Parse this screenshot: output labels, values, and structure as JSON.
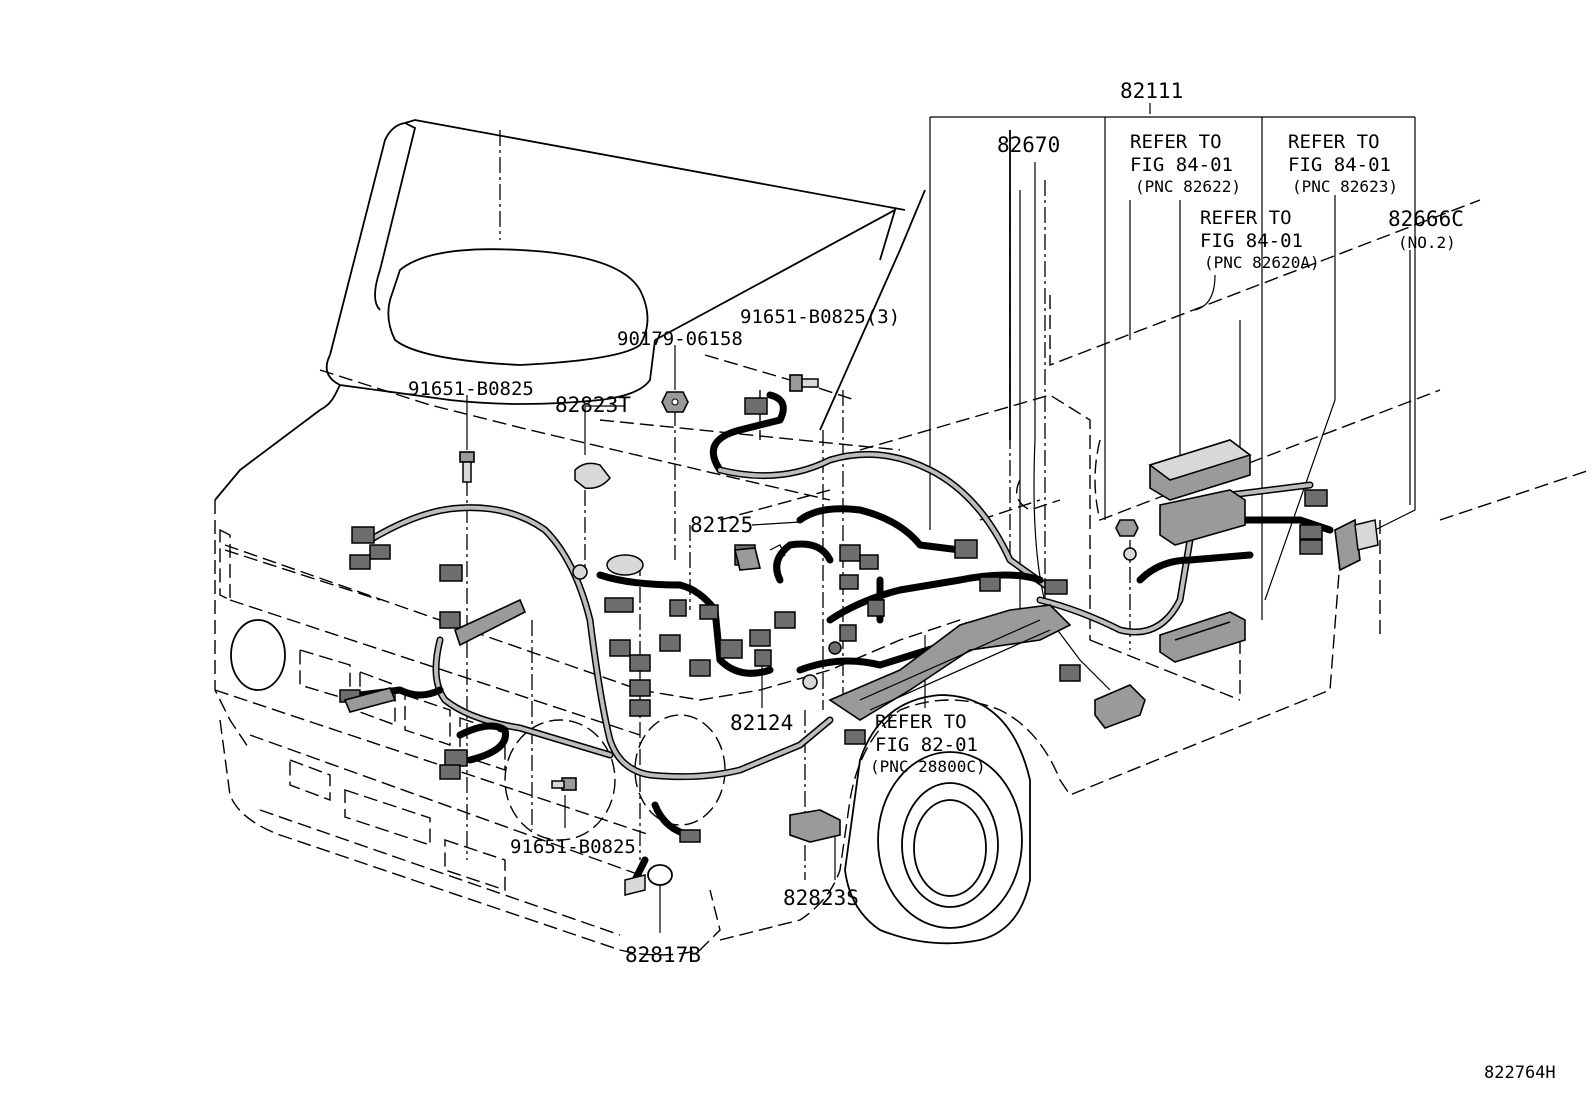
{
  "callouts": {
    "p82111": "82111",
    "p82670": "82670",
    "refer_84_01_a": {
      "line1": "REFER TO",
      "line2": "FIG 84-01",
      "line3": "(PNC 82622)"
    },
    "refer_84_01_b": {
      "line1": "REFER TO",
      "line2": "FIG 84-01",
      "line3": "(PNC 82623)"
    },
    "refer_84_01_c": {
      "line1": "REFER TO",
      "line2": "FIG 84-01",
      "line3": "(PNC 82620A)"
    },
    "p82666c": "82666C",
    "p82666c_note": "(NO.2)",
    "p91651_b0825_3": "91651-B0825(3)",
    "p90179_06158": "90179-06158",
    "p91651_b0825_top": "91651-B0825",
    "p82823t": "82823T",
    "p82125": "82125",
    "p82124": "82124",
    "refer_82_01": {
      "line1": "REFER TO",
      "line2": "FIG 82-01",
      "line3": "(PNC 28800C)"
    },
    "p91651_b0825_bottom": "91651-B0825",
    "p82823s": "82823S",
    "p82817b": "82817B"
  },
  "figure_code": "822764H"
}
